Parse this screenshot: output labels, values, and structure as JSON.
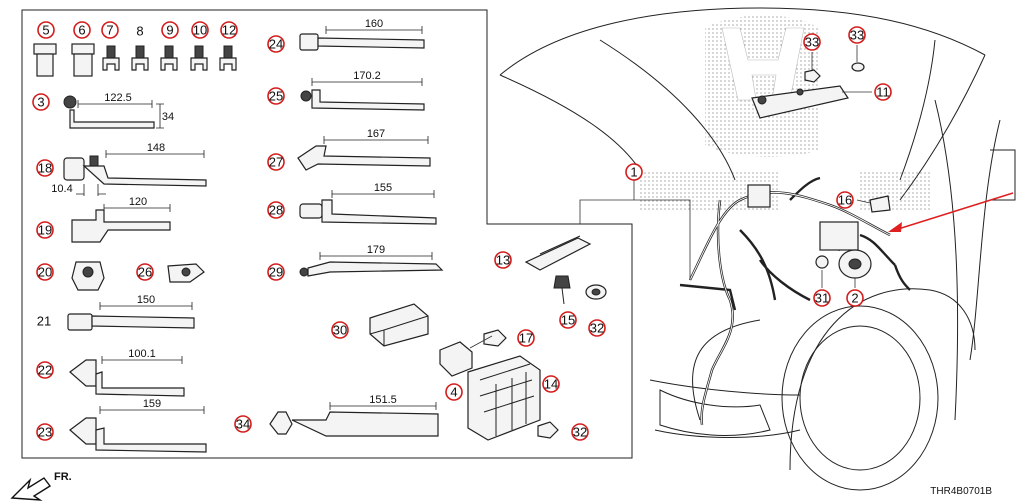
{
  "diagram_code": "THR4B0701B",
  "direction_label": "FR.",
  "colors": {
    "callout_ring": "#d31c1c",
    "pointer_arrow": "#e02020",
    "line": "#222222"
  },
  "callouts": {
    "c1": "1",
    "c2": "2",
    "c3": "3",
    "c4": "4",
    "c5": "5",
    "c6": "6",
    "c7": "7",
    "c9": "9",
    "c10": "10",
    "c11": "11",
    "c12": "12",
    "c13": "13",
    "c14": "14",
    "c15": "15",
    "c16": "16",
    "c17": "17",
    "c18": "18",
    "c19": "19",
    "c20": "20",
    "c22": "22",
    "c23": "23",
    "c24": "24",
    "c25": "25",
    "c26": "26",
    "c27": "27",
    "c28": "28",
    "c29": "29",
    "c30": "30",
    "c31": "31",
    "c32a": "32",
    "c32b": "32",
    "c33a": "33",
    "c33b": "33",
    "c34": "34"
  },
  "plain_labels": {
    "p8": "8",
    "p21": "21"
  },
  "dimensions": {
    "d3_len": "122.5",
    "d3_h": "34",
    "d18_len": "148",
    "d18_off": "10.4",
    "d19": "120",
    "d21": "150",
    "d22": "100.1",
    "d23": "159",
    "d24": "160",
    "d25": "170.2",
    "d27": "167",
    "d28": "155",
    "d29": "179",
    "d34": "151.5"
  }
}
